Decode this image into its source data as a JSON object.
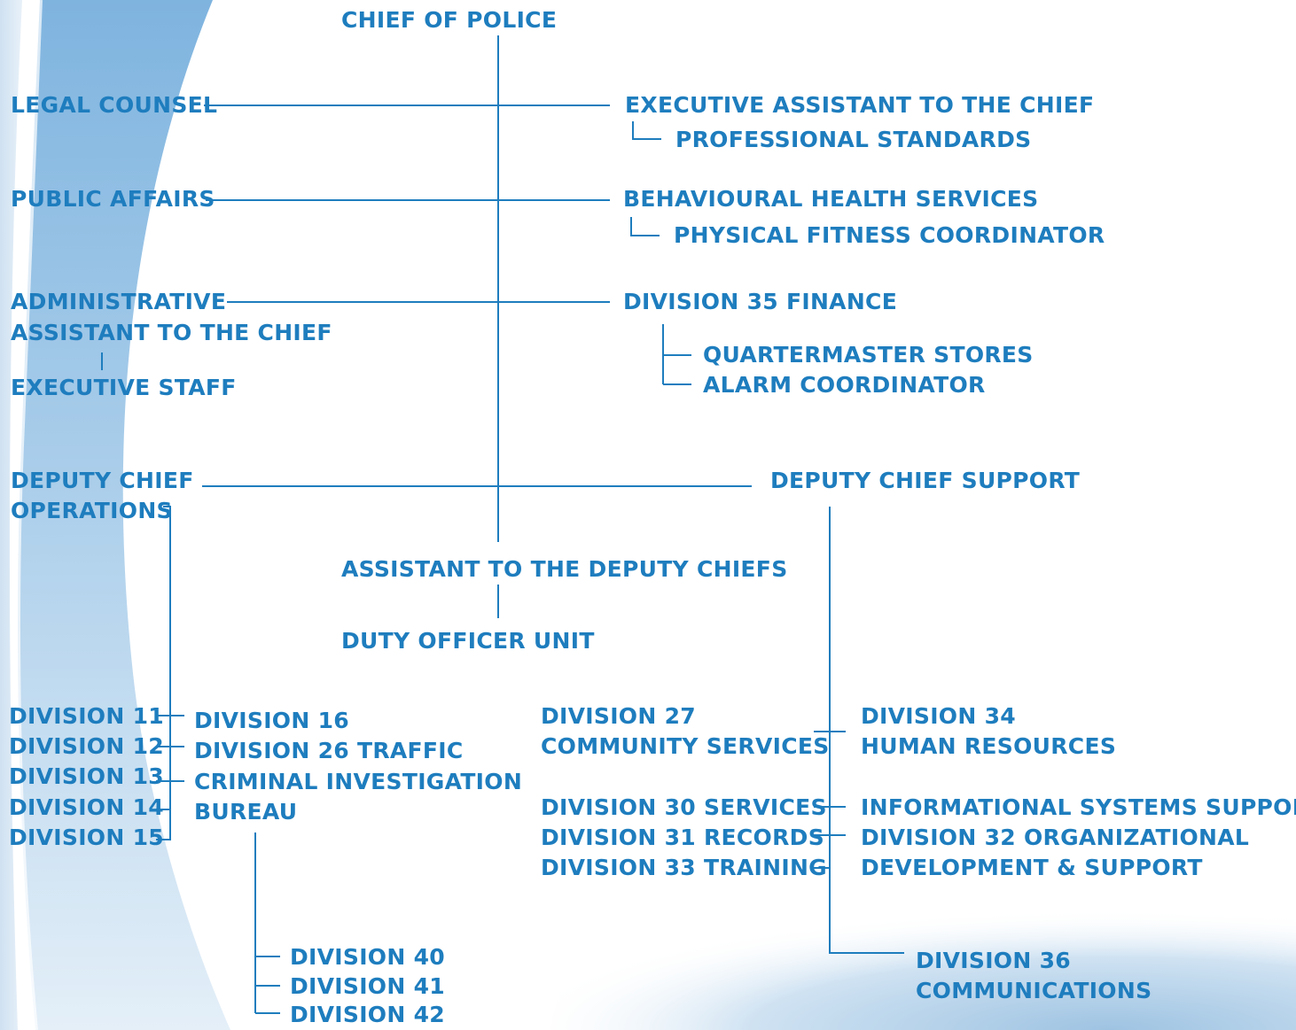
{
  "colors": {
    "text": "#1e7dbe",
    "line": "#1e7dbe",
    "swoosh": "#8fbfe4",
    "background": "#ffffff"
  },
  "nodes": {
    "chief": "CHIEF OF POLICE",
    "legal": "LEGAL COUNSEL",
    "exec_assistant": "EXECUTIVE ASSISTANT TO THE CHIEF",
    "prof_standards": "PROFESSIONAL STANDARDS",
    "public_affairs": "PUBLIC AFFAIRS",
    "behavioural": "BEHAVIOURAL HEALTH SERVICES",
    "fitness": "PHYSICAL FITNESS COORDINATOR",
    "admin_asst_1": "ADMINISTRATIVE",
    "admin_asst_2": "ASSISTANT TO THE CHIEF",
    "div35": "DIVISION 35 FINANCE",
    "quartermaster": "QUARTERMASTER STORES",
    "alarm": "ALARM COORDINATOR",
    "exec_staff": "EXECUTIVE STAFF",
    "dc_ops_1": "DEPUTY CHIEF",
    "dc_ops_2": "OPERATIONS",
    "dc_support": "DEPUTY CHIEF SUPPORT",
    "asst_deputy": "ASSISTANT TO THE DEPUTY CHIEFS",
    "duty_officer": "DUTY OFFICER UNIT",
    "div11": "DIVISION 11",
    "div12": "DIVISION 12",
    "div13": "DIVISION 13",
    "div14": "DIVISION 14",
    "div15": "DIVISION 15",
    "div16": "DIVISION 16",
    "div26": "DIVISION 26 TRAFFIC",
    "cib_1": "CRIMINAL INVESTIGATION",
    "cib_2": "BUREAU",
    "div40": "DIVISION 40",
    "div41": "DIVISION 41",
    "div42": "DIVISION 42",
    "div27_1": "DIVISION 27",
    "div27_2": "COMMUNITY SERVICES",
    "div34_1": "DIVISION 34",
    "div34_2": "HUMAN RESOURCES",
    "div30": "DIVISION 30 SERVICES",
    "div31": "DIVISION 31 RECORDS",
    "div33": "DIVISION 33 TRAINING",
    "iss": "INFORMATIONAL SYSTEMS SUPPORT",
    "div32_1": "DIVISION 32 ORGANIZATIONAL",
    "div32_2": "DEVELOPMENT & SUPPORT",
    "div36_1": "DIVISION 36",
    "div36_2": "COMMUNICATIONS"
  }
}
